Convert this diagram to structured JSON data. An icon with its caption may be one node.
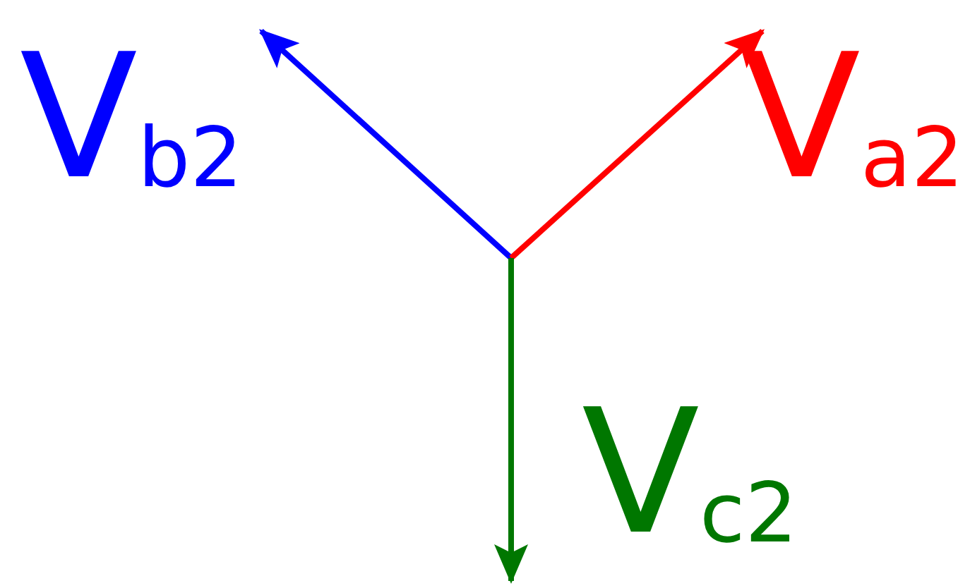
{
  "diagram": {
    "labels": [
      "V$_{b2}$",
      "V$_{a2}$",
      "V$_{c2}$"
    ]
  }
}
